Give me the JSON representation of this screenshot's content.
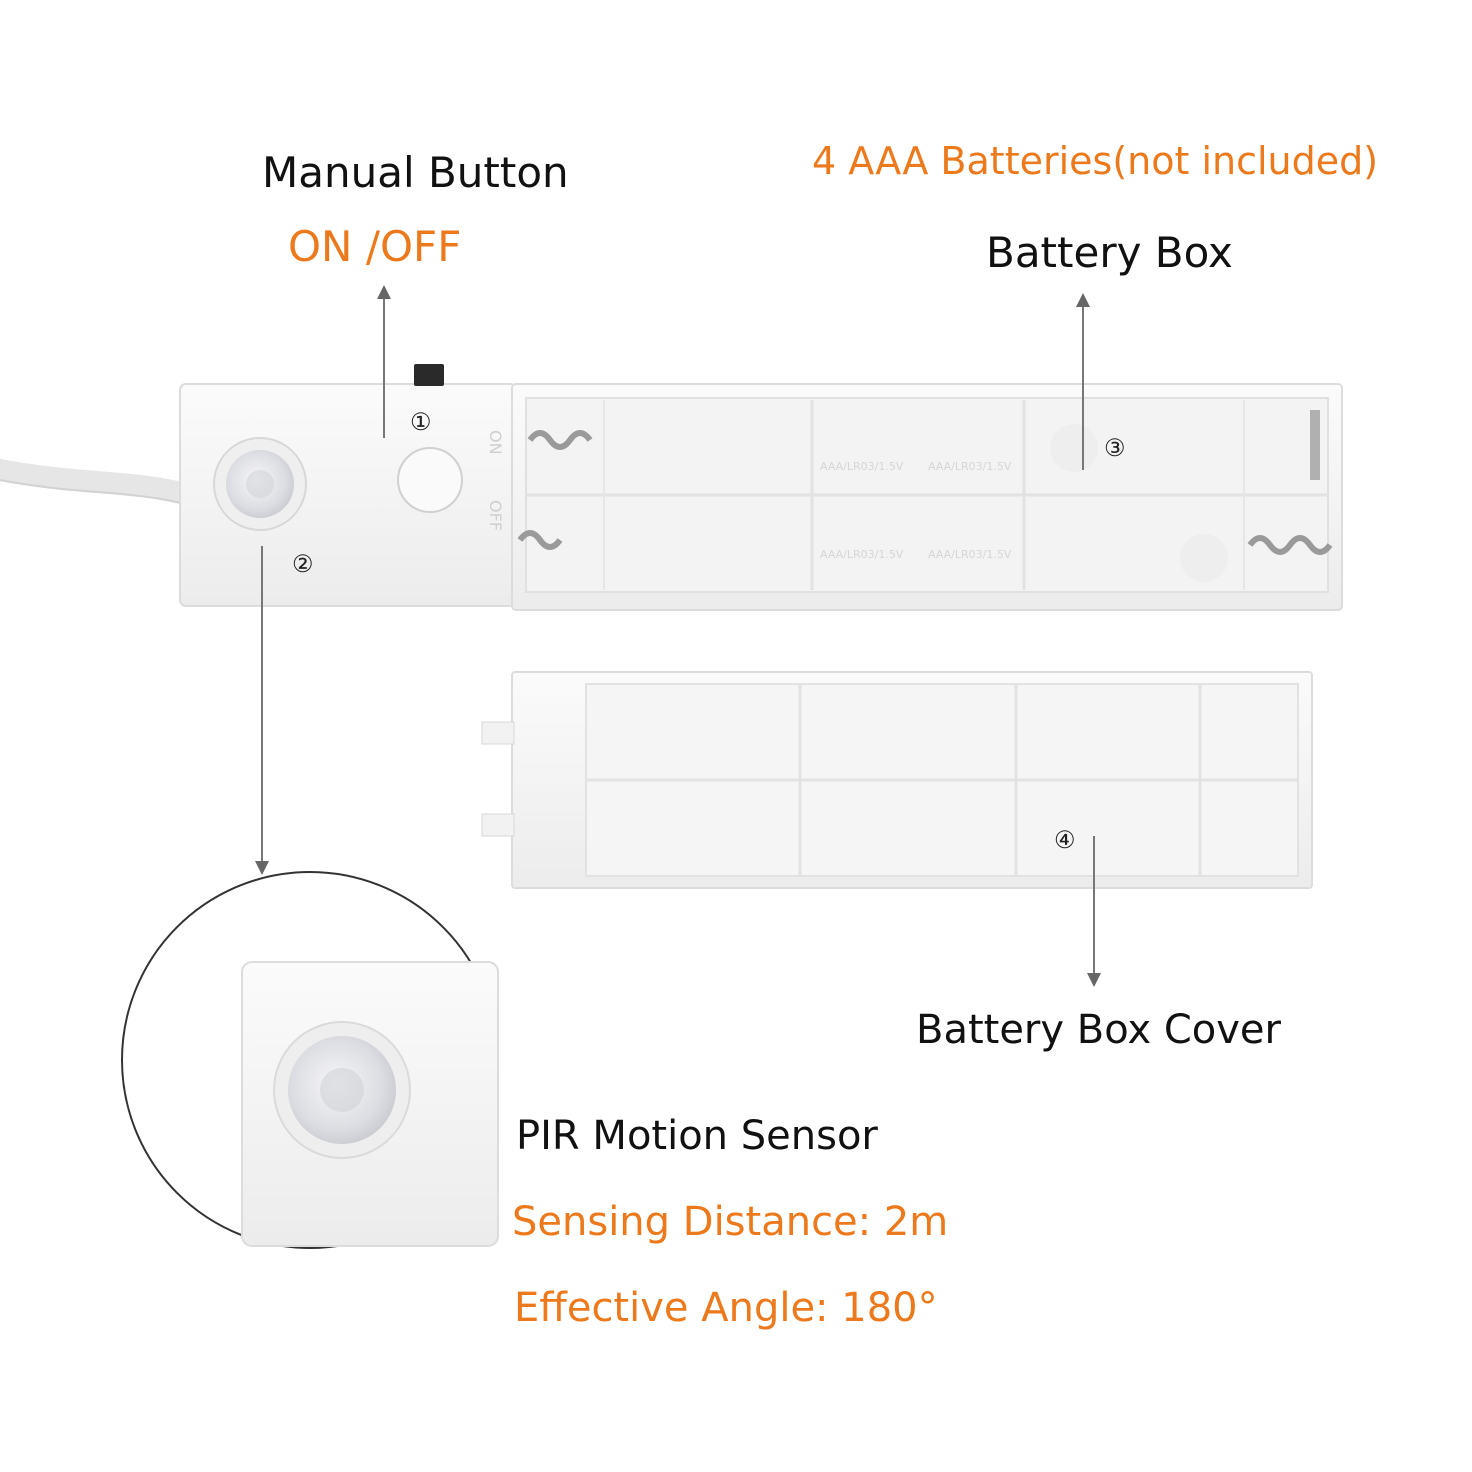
{
  "labels": {
    "manual_button": "Manual Button",
    "on_off": "ON /OFF",
    "batteries": "4 AAA Batteries(not included)",
    "battery_box": "Battery Box",
    "battery_box_cover": "Battery Box Cover",
    "pir_sensor": "PIR Motion Sensor",
    "sensing_distance": "Sensing Distance: 2m",
    "effective_angle": "Effective Angle: 180°"
  },
  "markers": {
    "m1": "①",
    "m2": "②",
    "m3": "③",
    "m4": "④"
  },
  "device_text": {
    "on": "ON",
    "off": "OFF",
    "battery_spec": "AAA/LR03/1.5V"
  },
  "colors": {
    "accent": "#ec7a1c",
    "text": "#111111"
  }
}
